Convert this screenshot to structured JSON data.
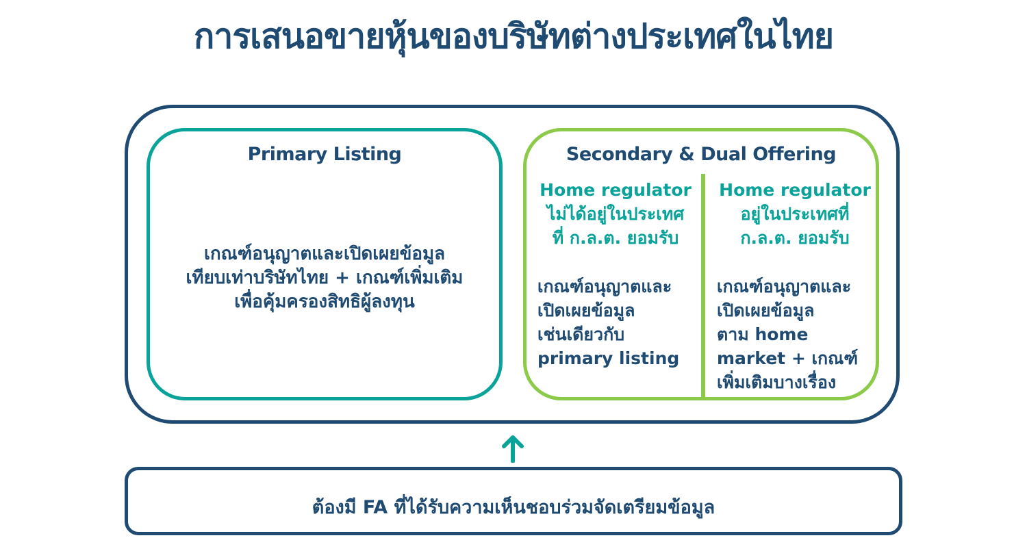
{
  "title": "การเสนอขายหุ้นของบริษัทต่างประเทศในไทย",
  "colors": {
    "navy": "#1f4a72",
    "teal": "#0aa39a",
    "green": "#8cca4a"
  },
  "primary": {
    "heading": "Primary Listing",
    "body": [
      "เกณฑ์อนุญาตและเปิดเผยข้อมูล",
      "เทียบเท่าบริษัทไทย + เกณฑ์เพิ่มเติม",
      "เพื่อคุ้มครองสิทธิผู้ลงทุน"
    ]
  },
  "secondary": {
    "heading": "Secondary & Dual Offering",
    "left": {
      "regulator": [
        "Home regulator",
        "ไม่ได้อยู่ในประเทศ",
        "ที่ ก.ล.ต. ยอมรับ"
      ],
      "rules": [
        "เกณฑ์อนุญาตและ",
        "เปิดเผยข้อมูล",
        "เช่นเดียวกับ",
        "primary listing"
      ]
    },
    "right": {
      "regulator": [
        "Home regulator",
        "อยู่ในประเทศที่",
        "ก.ล.ต. ยอมรับ"
      ],
      "rules": [
        "เกณฑ์อนุญาตและ",
        "เปิดเผยข้อมูล",
        "ตาม home",
        "market + เกณฑ์",
        "เพิ่มเติมบางเรื่อง"
      ]
    }
  },
  "arrow_icon": "arrow-up-icon",
  "bottom": {
    "text": "ต้องมี FA ที่ได้รับความเห็นชอบร่วมจัดเตรียมข้อมูล"
  }
}
